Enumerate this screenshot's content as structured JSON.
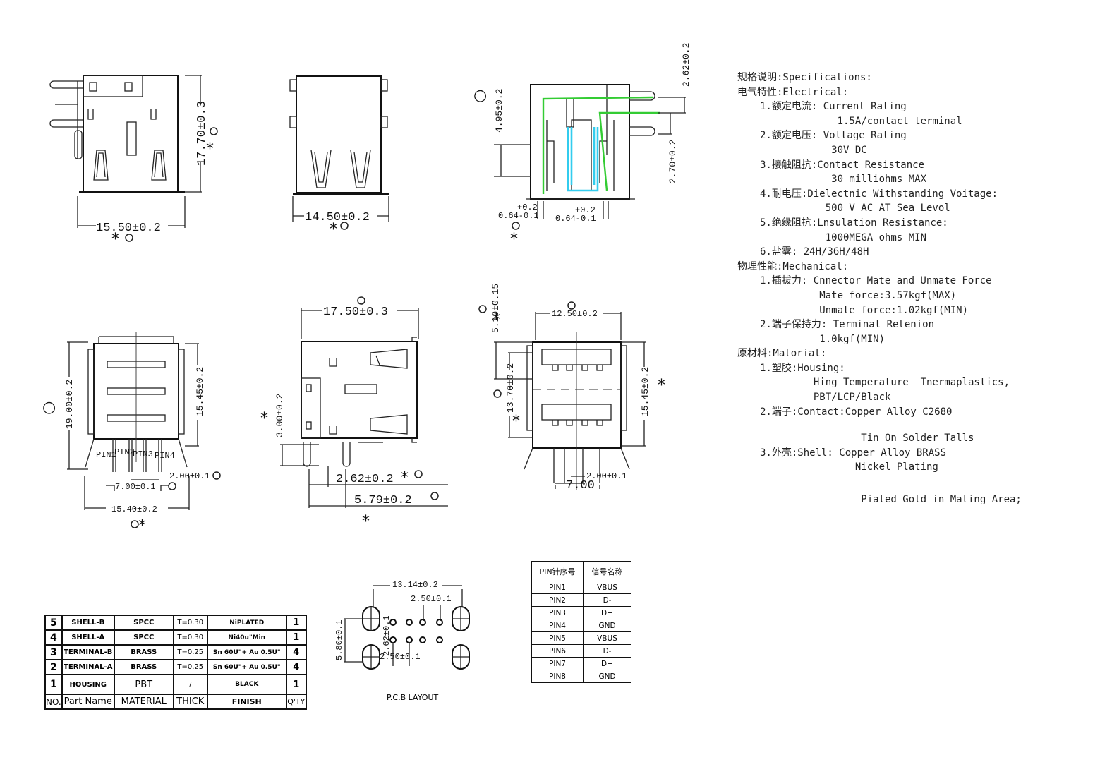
{
  "specifications": {
    "title": "规格说明:Specifications:",
    "electrical": {
      "heading": "电气特性:Electrical:",
      "lines": [
        "1.额定电流: Current Rating",
        "             1.5A/contact terminal",
        "2.额定电压: Voltage Rating",
        "            30V DC",
        "3.接触阻抗:Contact Resistance",
        "            30 milliohms MAX",
        "4.耐电压:Dielectnic Withstanding Voitage:",
        "           500 V AC AT Sea Levol",
        "5.绝缘阻抗:Lnsulation Resistance:",
        "           1000MEGA ohms MIN",
        "6.盐雾: 24H/36H/48H"
      ]
    },
    "mechanical": {
      "heading": "物理性能:Mechanical:",
      "lines": [
        "1.插拔力: Cnnector Mate and Unmate Force",
        "          Mate force:3.57kgf(MAX)",
        "          Unmate force:1.02kgf(MIN)",
        "2.端子保持力: Terminal Retenion",
        "          1.0kgf(MIN)"
      ]
    },
    "material": {
      "heading": "原材料:Matorial:",
      "lines": [
        "1.塑胶:Housing:",
        "         Hing Temperature  Tnermaplastics,",
        "         PBT/LCP/Black",
        "2.端子:Contact:Copper Alloy C2680",
        "",
        "                 Tin On Solder Talls",
        "3.外壳:Shell: Copper Alloy BRASS",
        "                Nickel Plating",
        "",
        "                 Piated Gold in Mating Area;"
      ]
    }
  },
  "dimensions": {
    "top_left_view": {
      "width": "15.50±0.2",
      "height": "17.70±0.3"
    },
    "top_middle_view": {
      "width": "14.50±0.2"
    },
    "top_right_view": {
      "d1": "4.95±0.2",
      "d2": "2.62±0.2",
      "d3": "2.70±0.2",
      "d4_top": "+0.2",
      "d4": "0.64-0.1",
      "d5_top": "+0.2",
      "d5": "0.64-0.1"
    },
    "front_view": {
      "height": "19.00±0.2",
      "body_height": "15.45±0.2",
      "pitch": "2.00±0.1",
      "span": "7.00±0.1",
      "width": "15.40±0.2",
      "pin_labels": [
        "PIN1",
        "PIN2",
        "PIN3",
        "PIN4"
      ]
    },
    "side_view": {
      "length": "17.50±0.3",
      "height": "3.00±0.2",
      "d1": "2.62±0.2",
      "d2": "5.79±0.2"
    },
    "back_view": {
      "width": "12.50±0.2",
      "offset": "5.10±0.15",
      "height": "13.70±0.2",
      "body_height": "15.45±0.2",
      "pitch": "2.00±0.1",
      "span": "7.00"
    },
    "pcb_layout": {
      "width": "13.14±0.2",
      "pitch_top": "2.50±0.1",
      "row_gap": "2.62±0.1",
      "pitch_bottom": "2.50±0.1",
      "height": "5.80±0.1",
      "caption": "P.C.B LAYOUT"
    }
  },
  "parts_table": {
    "header": {
      "no": "NO.",
      "part_name": "Part Name",
      "material": "MATERIAL",
      "thick": "THICK",
      "finish": "FINISH",
      "qty": "Q'TY"
    },
    "rows": [
      {
        "no": "5",
        "part_name": "SHELL-B",
        "material": "SPCC",
        "thick": "T=0.30",
        "finish": "NiPLATED",
        "qty": "1"
      },
      {
        "no": "4",
        "part_name": "SHELL-A",
        "material": "SPCC",
        "thick": "T=0.30",
        "finish": "Ni40u\"Min",
        "qty": "1"
      },
      {
        "no": "3",
        "part_name": "TERMINAL-B",
        "material": "BRASS",
        "thick": "T=0.25",
        "finish": "Sn 60U\"+ Au 0.5U\"",
        "qty": "4"
      },
      {
        "no": "2",
        "part_name": "TERMINAL-A",
        "material": "BRASS",
        "thick": "T=0.25",
        "finish": "Sn 60U\"+ Au 0.5U\"",
        "qty": "4"
      },
      {
        "no": "1",
        "part_name": "HOUSING",
        "material": "PBT",
        "thick": "/",
        "finish": "BLACK",
        "qty": "1"
      }
    ]
  },
  "pin_table": {
    "header": {
      "pin": "PIN针序号",
      "signal": "信号名称"
    },
    "rows": [
      {
        "pin": "PIN1",
        "signal": "VBUS"
      },
      {
        "pin": "PIN2",
        "signal": "D-"
      },
      {
        "pin": "PIN3",
        "signal": "D+"
      },
      {
        "pin": "PIN4",
        "signal": "GND"
      },
      {
        "pin": "PIN5",
        "signal": "VBUS"
      },
      {
        "pin": "PIN6",
        "signal": "D-"
      },
      {
        "pin": "PIN7",
        "signal": "D+"
      },
      {
        "pin": "PIN8",
        "signal": "GND"
      }
    ]
  },
  "symbols": {
    "asterisk": "*",
    "circle": "○"
  },
  "colors": {
    "terminal_outer": "#33cc33",
    "terminal_inner": "#33ccee"
  }
}
